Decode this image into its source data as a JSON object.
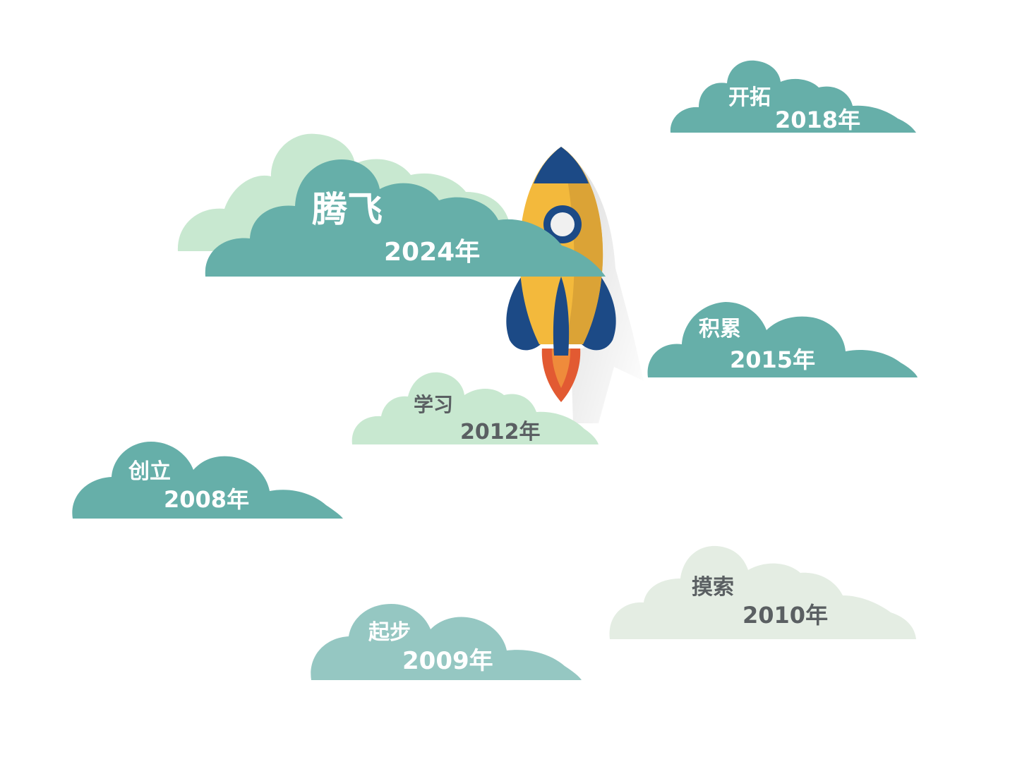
{
  "milestones": [
    {
      "label": "创立",
      "year": "2008年"
    },
    {
      "label": "起步",
      "year": "2009年"
    },
    {
      "label": "摸索",
      "year": "2010年"
    },
    {
      "label": "学习",
      "year": "2012年"
    },
    {
      "label": "积累",
      "year": "2015年"
    },
    {
      "label": "开拓",
      "year": "2018年"
    },
    {
      "label": "腾飞",
      "year": "2024年"
    }
  ],
  "colors": {
    "cloud_teal": "#66afa9",
    "cloud_light_teal": "#95c7c2",
    "cloud_mint": "#c8e8d0",
    "cloud_pale": "#e4ede3",
    "rocket_body": "#f3b93c",
    "rocket_shade": "#dba336",
    "rocket_blue": "#1c4a86",
    "flame_red": "#e25a32",
    "flame_orange": "#ef8b3b",
    "window_white": "#f0f0f0"
  },
  "icons": [
    "rocket-icon",
    "cloud-icon"
  ]
}
